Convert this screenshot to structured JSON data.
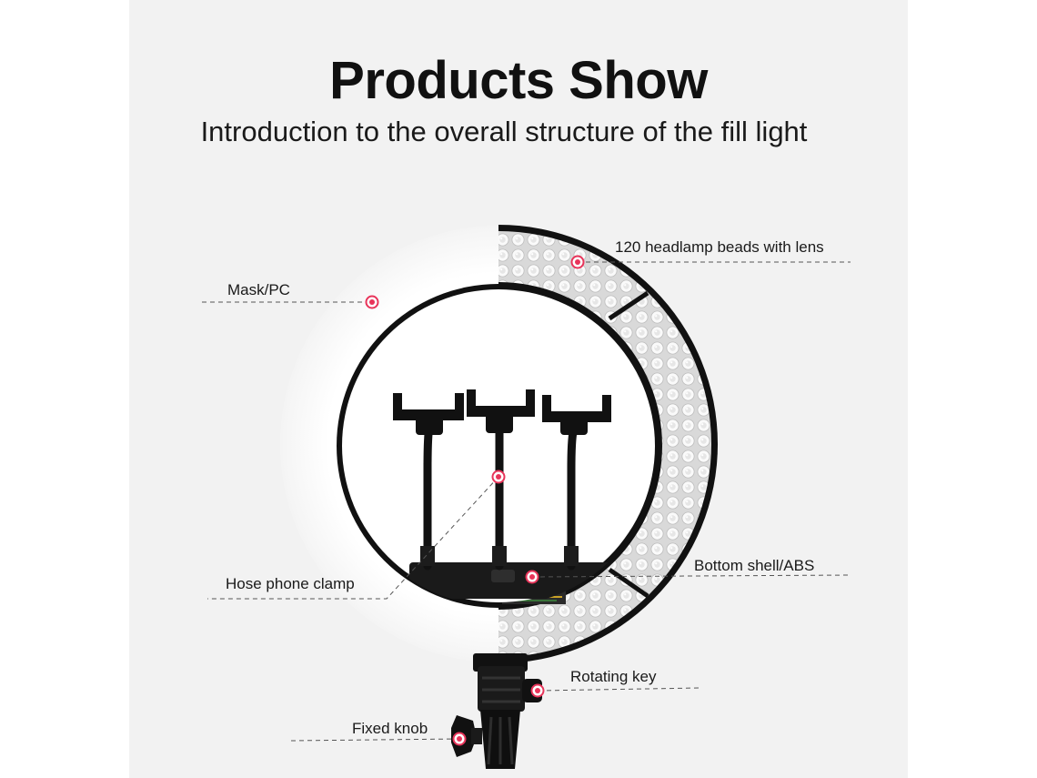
{
  "header": {
    "title": "Products Show",
    "subtitle": "Introduction to the overall structure of the fill light"
  },
  "callouts": {
    "mask": "Mask/PC",
    "beads": "120 headlamp beads with lens",
    "hose": "Hose phone clamp",
    "bottom_shell": "Bottom shell/ABS",
    "rotating_key": "Rotating key",
    "fixed_knob": "Fixed knob"
  },
  "colors": {
    "panel_background": "#f2f2f2",
    "marker": "#e8345a",
    "ring_frame": "#111111",
    "diffuser": "#ffffff"
  }
}
